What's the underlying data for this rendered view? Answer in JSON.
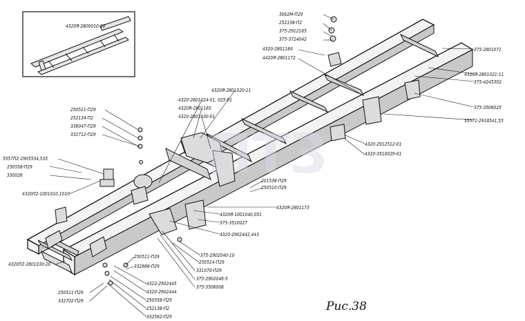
{
  "inset": {
    "label": "4320Я-2800010-20"
  },
  "caption": "Рис.38",
  "callouts": [
    "3002М-П29",
    "252138-П2",
    "375-2912165",
    "375-3724042",
    "4320-2801184",
    "4420Я-2801172",
    "375-2801071",
    "4320Я-2801021-11",
    "375-4245302",
    "4320Я-2801020-11",
    "4320-2801024-01, 025-01",
    "4320Я-2801165",
    "4320-2801030-01",
    "375-3506025",
    "55571-2918541,55",
    "250511-П29",
    "252134-П2",
    "336047-П29",
    "332712-П29",
    "5557П2-2905534,535",
    "250558-П29",
    "330026",
    "4320-2912512-01",
    "4320-3510029-01",
    "201538-П29",
    "250510-П29",
    "4320П2-1001010,1010",
    "4320Я-2801173",
    "4320Я-1001040,051",
    "375-3510027",
    "4320П2-2801030-20",
    "4320-2902442,443",
    "375-2902040-10",
    "250514-П29",
    "331070-П29",
    "375-2902046-5",
    "375-3506008",
    "250511-П29",
    "332666-П29",
    "4322-2902445",
    "4320-2902444",
    "250558-П29",
    "252138-П2",
    "332562-П29",
    "250511-П29",
    "332702-П29"
  ],
  "watermark": "ПТЗ"
}
